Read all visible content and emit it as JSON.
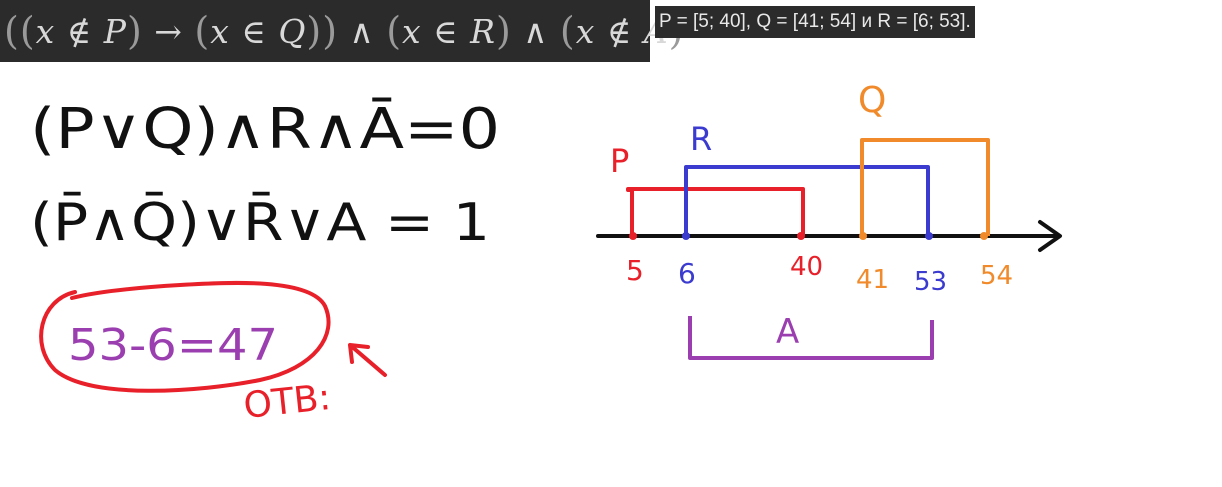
{
  "formula_bar": {
    "tokens": [
      "(",
      "(",
      "x",
      "∉",
      "P",
      ")",
      "→",
      "(",
      "x",
      "∈",
      "Q",
      ")",
      ")",
      "∧",
      "(",
      "x",
      "∈",
      "R",
      ")",
      "∧",
      "(",
      "x",
      "∉",
      "A",
      ")"
    ]
  },
  "intervals_caption": "P = [5; 40], Q = [41; 54] и R = [6; 53].",
  "handwriting": {
    "eq1": "(P∨Q)∧R∧Ā=0",
    "eq2": "(P̄∧Q̄)∨R̄∨A = 1",
    "calc": "53-6=47",
    "answer_label": "ОТВ:"
  },
  "number_line": {
    "labels": {
      "p": "P",
      "q": "Q",
      "r": "R",
      "a": "A",
      "t5": "5",
      "t6": "6",
      "t40": "40",
      "t41": "41",
      "t53": "53",
      "t54": "54"
    },
    "colors": {
      "p": "#e8202a",
      "r": "#3b3bd0",
      "q": "#f08a2a",
      "a": "#9b3fb0",
      "ink": "#111111"
    }
  }
}
